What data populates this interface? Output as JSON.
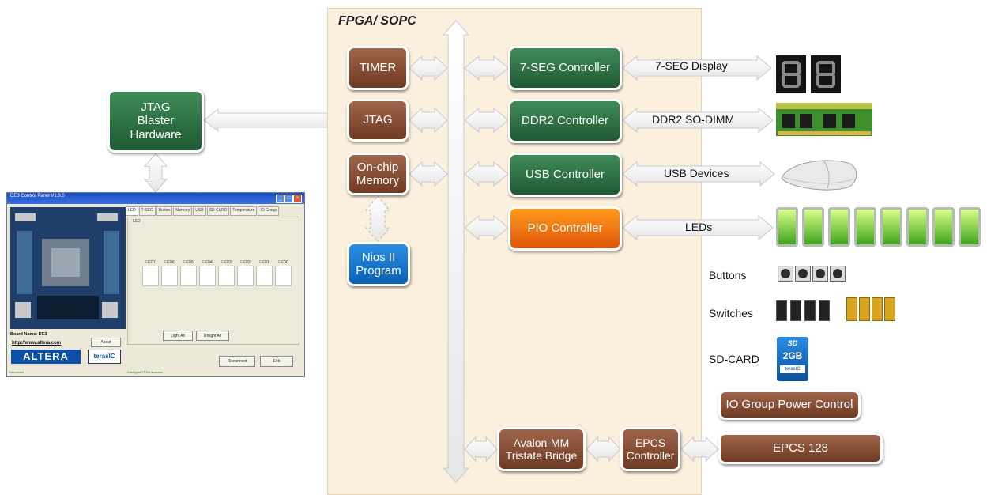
{
  "fpga": {
    "title": "FPGA/ SOPC"
  },
  "blocks": {
    "jtag_blaster": "JTAG\nBlaster\nHardware",
    "timer": "TIMER",
    "jtag": "JTAG",
    "onchip": "On-chip\nMemory",
    "nios": "Nios II\nProgram",
    "seg_ctrl": "7-SEG Controller",
    "ddr2_ctrl": "DDR2 Controller",
    "usb_ctrl": "USB Controller",
    "pio_ctrl": "PIO Controller",
    "avalon": "Avalon-MM\nTristate Bridge",
    "epcs_ctrl": "EPCS\nController",
    "io_group": "IO Group Power Control",
    "epcs128": "EPCS 128"
  },
  "labels": {
    "seg_display": "7-SEG Display",
    "ddr2_sodimm": "DDR2 SO-DIMM",
    "usb_devices": "USB Devices",
    "leds": "LEDs",
    "buttons": "Buttons",
    "switches": "Switches",
    "sdcard": "SD-CARD"
  },
  "sdcard": {
    "size": "2GB",
    "brand": "terasIC",
    "logo": "SD"
  },
  "panel": {
    "title": "DE3 Control Panel V1.0.0",
    "tabs": [
      "LED",
      "7-SEG",
      "Button",
      "Memory",
      "USB",
      "SD-CARD",
      "Temperature",
      "IO Group"
    ],
    "group_label": "LED",
    "led_names": [
      "LED7",
      "LED6",
      "LED5",
      "LED4",
      "LED3",
      "LED2",
      "LED1",
      "LED0"
    ],
    "light_all": "Light All",
    "unlight_all": "Unlight All",
    "board_name": "Board Name: DE3",
    "about": "About",
    "url": "http://www.altera.com",
    "altera": "ALTERA",
    "terasic": "terasIC",
    "disconnect": "Disconnect",
    "exit": "Exit",
    "status_left": "Connected",
    "status_right": "Configure FPGA success"
  }
}
